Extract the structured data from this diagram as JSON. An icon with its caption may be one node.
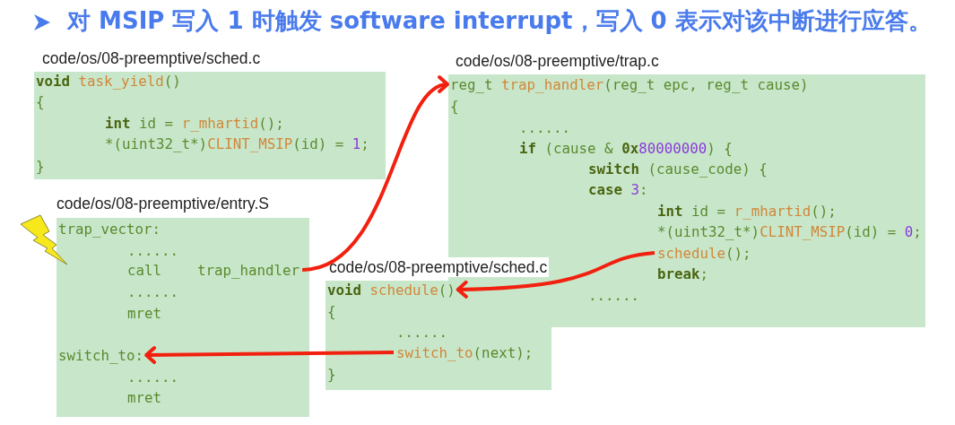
{
  "diagram": {
    "title": "对 MSIP 写入 1 时触发 software interrupt，写入 0 表示对该中断进行应答。",
    "nodes": [
      {
        "text": [
          "code/os/08-preemptive/sched.c"
        ]
      },
      {
        "text": [
          "**void** task_yield()"
        ],
        "in": 0
      },
      {
        "text": [
          "{"
        ],
        "in": 0
      },
      {
        "text": [
          "**int** id = r_mhartid();"
        ],
        "in": 0
      },
      {
        "text": [
          "*(uint32_t*)CLINT_MSIP(id) = 1;"
        ],
        "in": 0
      },
      {
        "text": [
          "}"
        ],
        "in": 0
      },
      {
        "text": [
          "code/os/08-preemptive/trap.c"
        ]
      },
      {
        "text": [
          "reg_t trap_handler(reg_t epc, reg_t cause)"
        ],
        "in": 6
      },
      {
        "text": [
          "{"
        ],
        "in": 6
      },
      {
        "text": [
          "......"
        ],
        "in": 6
      },
      {
        "text": [
          "**if** (cause & **0x**80000000) {"
        ],
        "in": 6
      },
      {
        "text": [
          "**switch** (cause_code) {"
        ],
        "in": 6
      },
      {
        "text": [
          "**case** 3:"
        ],
        "in": 6
      },
      {
        "text": [
          "**int** id = r_mhartid();"
        ],
        "in": 6
      },
      {
        "text": [
          "*(uint32_t*)CLINT_MSIP(id) = 0;"
        ],
        "in": 6
      },
      {
        "text": [
          "schedule();"
        ],
        "in": 6
      },
      {
        "text": [
          "**break**;"
        ],
        "in": 6
      },
      {
        "text": [
          "......"
        ],
        "in": 6
      },
      {
        "text": [
          "code/os/08-preemptive/entry.S"
        ]
      },
      {
        "text": [
          "trap_vector:"
        ],
        "in": 18
      },
      {
        "text": [
          "......"
        ],
        "in": 18
      },
      {
        "text": [
          "call trap_handler"
        ],
        "in": 18
      },
      {
        "text": [
          "......"
        ],
        "in": 18
      },
      {
        "text": [
          "mret"
        ],
        "in": 18
      },
      {
        "text": [
          "switch_to:"
        ],
        "in": 18
      },
      {
        "text": [
          "......"
        ],
        "in": 18
      },
      {
        "text": [
          "mret"
        ],
        "in": 18
      },
      {
        "text": [
          "code/os/08-preemptive/sched.c"
        ]
      },
      {
        "text": [
          "**void** schedule()"
        ],
        "in": 27
      },
      {
        "text": [
          "{"
        ],
        "in": 27
      },
      {
        "text": [
          "......"
        ],
        "in": 27
      },
      {
        "text": [
          "switch_to(next);"
        ],
        "in": 27
      },
      {
        "text": [
          "}"
        ],
        "in": 27
      }
    ],
    "edges": [
      {
        "from": 21,
        "to": 7,
        "arrow": "to"
      },
      {
        "from": 15,
        "to": 28,
        "arrow": "to"
      },
      {
        "from": 31,
        "to": 24,
        "arrow": "to"
      }
    ]
  }
}
